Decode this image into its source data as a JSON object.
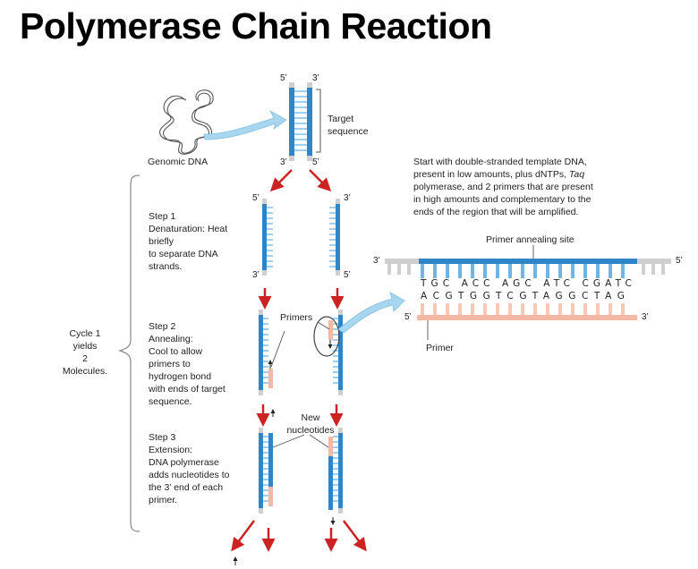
{
  "title": "Polymerase Chain Reaction",
  "colors": {
    "dna_strand": "#2e86c8",
    "rung": "#9fd0ef",
    "primer": "#f2b9a4",
    "arrow": "#cc2222",
    "lead_arrow": "#9fd0ea"
  },
  "labels": {
    "genomic_dna": "Genomic DNA",
    "target_sequence": [
      "Target",
      "sequence"
    ],
    "intro_text": [
      "Start with double-stranded template DNA,",
      "present in low amounts, plus dNTPs,",
      "polymerase, and 2 primers that are present",
      "in high amounts and complementary to the",
      "ends of the region that will be amplified."
    ],
    "intro_italic": "Taq",
    "primer_annealing_site": "Primer annealing site",
    "primer": "Primer",
    "primers": "Primers",
    "new_nucleotides": [
      "New",
      "nucleotides"
    ],
    "cycle": [
      "Cycle 1",
      "yields",
      "2",
      "Molecules."
    ]
  },
  "steps": [
    {
      "lines": [
        "Step 1",
        "Denaturation: Heat",
        "briefly",
        "to separate DNA",
        "strands."
      ]
    },
    {
      "lines": [
        "Step 2",
        "Annealing:",
        "Cool to allow",
        "primers to",
        "hydrogen bond",
        "with ends of target",
        "sequence."
      ]
    },
    {
      "lines": [
        "Step 3",
        "Extension:",
        "DNA polymerase",
        "adds nucleotides to",
        "the 3’ end of each",
        "primer."
      ]
    }
  ],
  "strand_ends": {
    "top_5": "5’",
    "top_3": "3’",
    "bottom_3": "3’",
    "bottom_5": "5’",
    "step1_left_top": "5’",
    "step1_right_top": "3’",
    "step1_left_bottom": "3’",
    "step1_right_bottom": "5’"
  },
  "annealing": {
    "template_left_end": "3’",
    "template_right_end": "5’",
    "template_seq": "TGC ACC AGC ATC CGATC",
    "complement_seq": "ACGTGGTCGTAGGCTAG",
    "primer_left_end": "5’",
    "primer_right_end": "3’"
  }
}
